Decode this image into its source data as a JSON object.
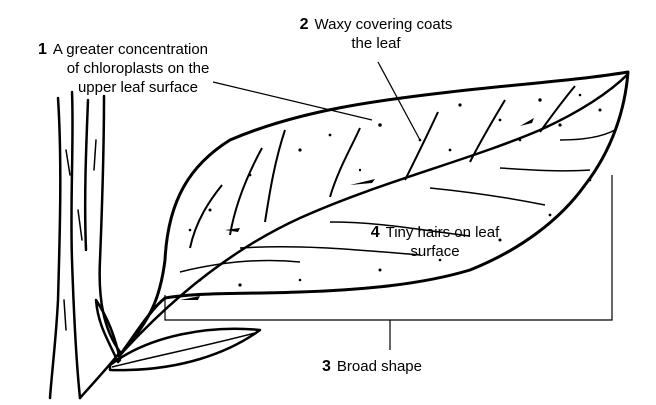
{
  "annotations": [
    {
      "number": "1",
      "text_lines": [
        "A greater concentration",
        "of chloroplasts on the",
        "upper leaf surface"
      ]
    },
    {
      "number": "2",
      "text_lines": [
        "Waxy covering coats",
        "the leaf"
      ]
    },
    {
      "number": "3",
      "text_lines": [
        "Broad shape"
      ]
    },
    {
      "number": "4",
      "text_lines": [
        "Tiny hairs on leaf",
        "surface"
      ]
    }
  ],
  "colors": {
    "ink": "#000000",
    "background": "#ffffff"
  }
}
